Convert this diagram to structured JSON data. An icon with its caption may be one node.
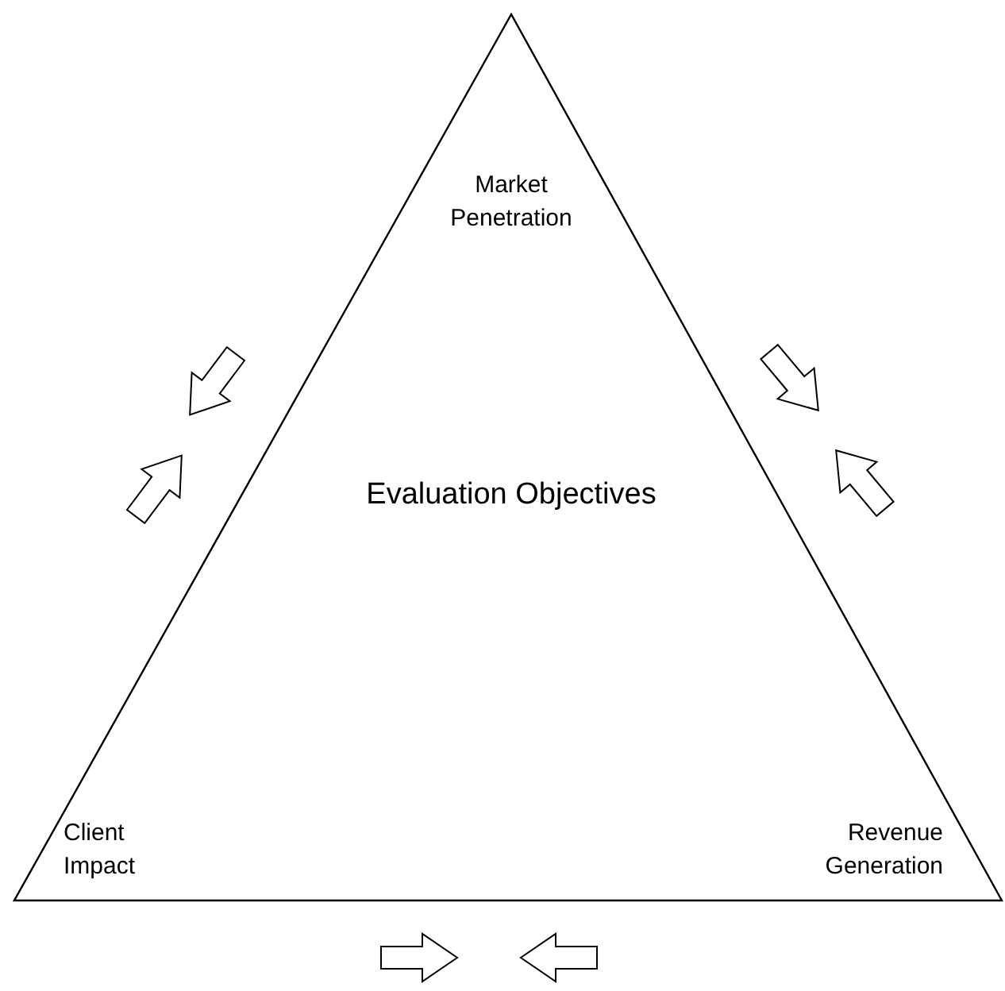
{
  "diagram": {
    "nodes": [
      {
        "text": [
          "Evaluation Objectives"
        ]
      }
    ],
    "labels": [
      "Market Penetration",
      "Client Impact",
      "Revenue Generation"
    ]
  }
}
